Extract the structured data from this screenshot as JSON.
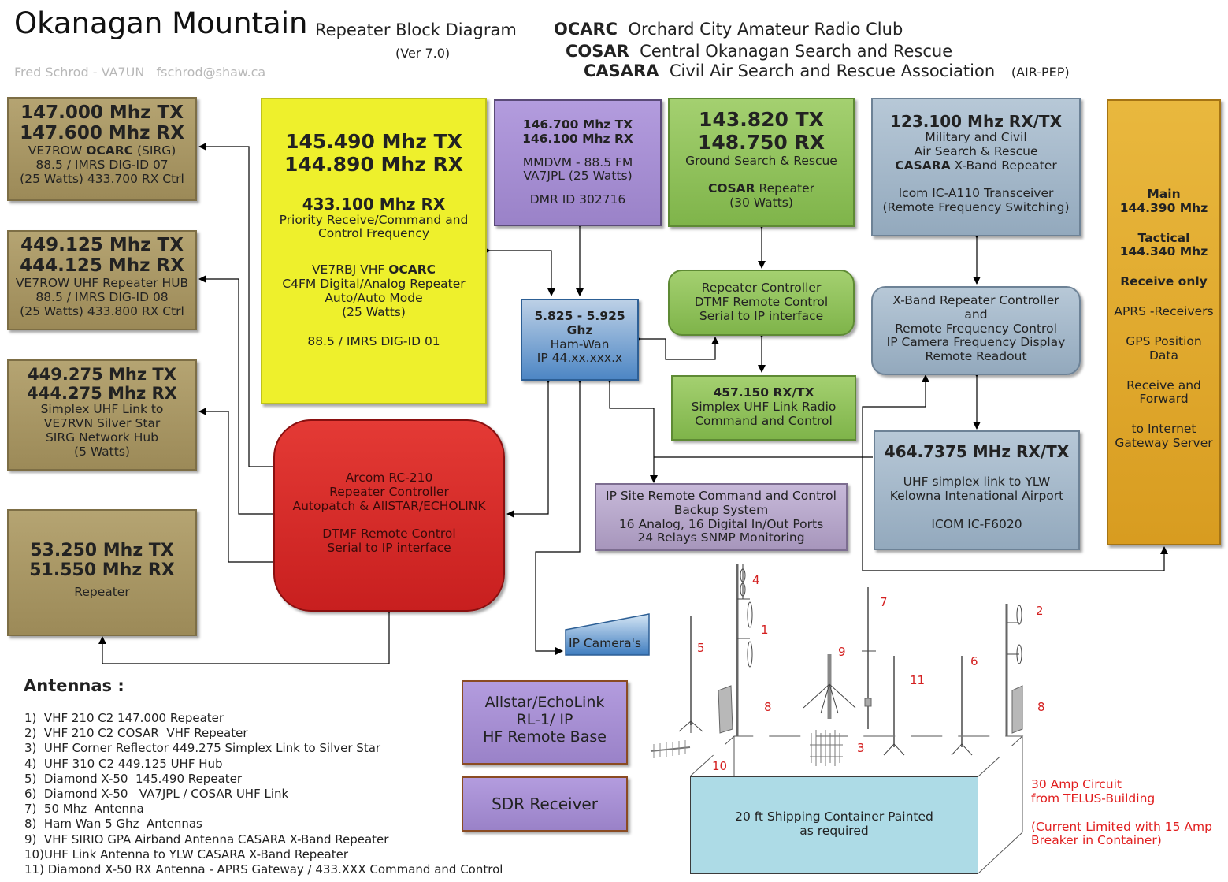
{
  "header": {
    "title": "Okanagan Mountain",
    "subtitle": "Repeater Block Diagram",
    "version": "(Ver 7.0)",
    "author": "Fred Schrod - VA7UN   fschrod@shaw.ca",
    "clubs": [
      {
        "abbr": "OCARC",
        "name": "Orchard City Amateur Radio Club",
        "suffix": ""
      },
      {
        "abbr": "COSAR",
        "name": "Central Okanagan Search and Rescue",
        "suffix": ""
      },
      {
        "abbr": "CASARA",
        "name": "Civil Air Search and Rescue Association",
        "suffix": "(AIR-PEP)"
      }
    ]
  },
  "boxes": {
    "r147": {
      "l1": "147.000 Mhz TX",
      "l2": "147.600 Mhz RX",
      "l3a": "VE7ROW ",
      "l3b": "OCARC",
      "l3c": " (SIRG)",
      "l4": "88.5 / IMRS DIG-ID 07",
      "l5": "(25 Watts) 433.700 RX Ctrl"
    },
    "r449125": {
      "l1": "449.125 Mhz TX",
      "l2": "444.125 Mhz RX",
      "l3": "VE7ROW UHF Repeater HUB",
      "l4": "88.5 / IMRS DIG-ID 08",
      "l5": "(25 Watts) 433.800 RX Ctrl"
    },
    "r449275": {
      "l1": "449.275 Mhz TX",
      "l2": "444.275 Mhz RX",
      "l3": "Simplex UHF Link to",
      "l4": "VE7RVN Silver Star",
      "l5": "SIRG Network Hub",
      "l6": "(5 Watts)"
    },
    "r53": {
      "l1": "53.250 Mhz TX",
      "l2": "51.550 Mhz RX",
      "l3": "Repeater"
    },
    "r145": {
      "l1": "145.490 Mhz TX",
      "l2": "144.890 Mhz RX",
      "l3": "433.100 Mhz RX",
      "l4": "Priority Receive/Command and",
      "l5": "Control Frequency",
      "l6a": "VE7RBJ VHF ",
      "l6b": "OCARC",
      "l7": "C4FM Digital/Analog Repeater",
      "l8": "Auto/Auto Mode",
      "l9": "(25 Watts)",
      "l10": "88.5 / IMRS DIG-ID 01"
    },
    "r146": {
      "l1": "146.700 Mhz TX",
      "l2": "146.100 Mhz RX",
      "l3": "MMDVM - 88.5 FM",
      "l4": "VA7JPL (25 Watts)",
      "l5": "DMR ID 302716"
    },
    "r143": {
      "l1": "143.820 TX",
      "l2": "148.750 RX",
      "l3": "Ground Search & Rescue",
      "l4a": "COSAR",
      "l4b": " Repeater",
      "l5": "(30 Watts)"
    },
    "r123": {
      "l1": "123.100 Mhz RX/TX",
      "l2": "Military and Civil",
      "l3": "Air Search & Rescue",
      "l4a": "CASARA",
      "l4b": " X-Band Repeater",
      "l5": "Icom IC-A110 Transceiver",
      "l6": "(Remote Frequency Switching)"
    },
    "aprs": {
      "l1": "Main",
      "l2": "144.390 Mhz",
      "l3": "Tactical",
      "l4": "144.340 Mhz",
      "l5": "Receive only",
      "l6": "APRS -Receivers",
      "l7": "GPS Position",
      "l8": "Data",
      "l9": "Receive and",
      "l10": "Forward",
      "l11": "to Internet",
      "l12": "Gateway Server"
    },
    "rptctl": {
      "l1": "Repeater Controller",
      "l2": "DTMF Remote Control",
      "l3": "Serial to IP interface"
    },
    "xband": {
      "l1": "X-Band Repeater Controller",
      "l2": "and",
      "l3": "Remote Frequency Control",
      "l4": "IP Camera Frequency Display",
      "l5": "Remote Readout"
    },
    "hamwan": {
      "l1": "5.825 - 5.925",
      "l2": "Ghz",
      "l3": "Ham-Wan",
      "l4": "IP 44.xx.xxx.x"
    },
    "r457": {
      "l1": "457.150 RX/TX",
      "l2": "Simplex UHF Link Radio",
      "l3": "Command and Control"
    },
    "r464": {
      "l1": "464.7375 MHz RX/TX",
      "l2": "UHF simplex link to YLW",
      "l3": "Kelowna Intenational Airport",
      "l4": "ICOM IC-F6020"
    },
    "arcom": {
      "l1": "Arcom RC-210",
      "l2": "Repeater Controller",
      "l3": "Autopatch & AllSTAR/ECHOLINK",
      "l4": "DTMF Remote Control",
      "l5": "Serial to IP interface"
    },
    "ipsite": {
      "l1": "IP Site Remote Command and Control",
      "l2": "Backup System",
      "l3": "16 Analog, 16 Digital In/Out Ports",
      "l4": "24 Relays SNMP Monitoring"
    },
    "ipcam": {
      "l1": "IP Camera's"
    },
    "allstar": {
      "l1": "Allstar/EchoLink",
      "l2": "RL-1/ IP",
      "l3": "HF Remote Base"
    },
    "sdr": {
      "l1": "SDR Receiver"
    },
    "shipping": {
      "l1": "20 ft Shipping Container Painted",
      "l2": "as required"
    }
  },
  "power_note": {
    "l1": "30 Amp Circuit",
    "l2": "from TELUS-Building",
    "l3": "(Current Limited with 15 Amp",
    "l4": "Breaker in Container)"
  },
  "antennas": {
    "heading": "Antennas :",
    "items": [
      "1)  VHF 210 C2 147.000 Repeater",
      "2)  VHF 210 C2 COSAR  VHF Repeater",
      "3)  UHF Corner Reflector 449.275 Simplex Link to Silver Star",
      "4)  UHF 310 C2 449.125 UHF Hub",
      "5)  Diamond X-50  145.490 Repeater",
      "6)  Diamond X-50   VA7JPL / COSAR UHF Link",
      "7)  50 Mhz  Antenna",
      "8)  Ham Wan 5 Ghz  Antennas",
      "9)  VHF SIRIO GPA Airband Antenna CASARA X-Band Repeater",
      "10)UHF Link Antenna to YLW CASARA X-Band Repeater",
      "11) Diamond X-50 RX Antenna - APRS Gateway / 433.XXX Command and Control"
    ],
    "markers": [
      "1",
      "2",
      "3",
      "4",
      "5",
      "6",
      "7",
      "8",
      "8",
      "9",
      "10",
      "11"
    ]
  },
  "colors": {
    "accent_red": "#e11e1e",
    "arcom": "#d6281f",
    "yellow": "#eef02c",
    "aprs": "#e0a92e"
  }
}
